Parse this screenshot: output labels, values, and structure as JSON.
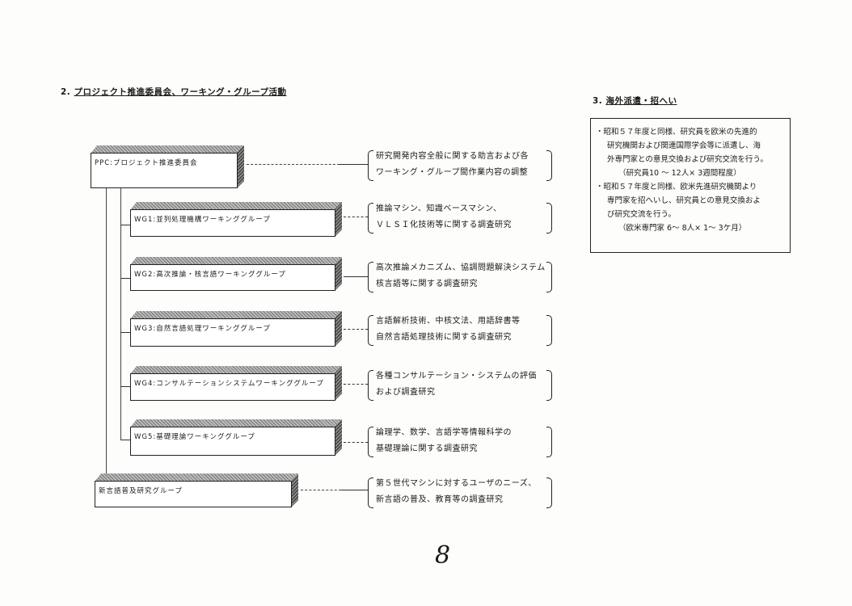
{
  "section2": {
    "number": "2.",
    "title": "プロジェクト推進委員会、ワーキング・グループ活動"
  },
  "section3": {
    "number": "3.",
    "title": "海外派遣・招へい"
  },
  "org": [
    {
      "label": "PPC:プロジェクト推進委員会",
      "desc": [
        "研究開発内容全般に関する助言および各",
        "ワーキング・グループ間作業内容の調整"
      ]
    },
    {
      "label": "WG1:並列処理機構ワーキンググループ",
      "desc": [
        "推論マシン、知識ベースマシン、",
        "ＶＬＳＩ化技術等に関する調査研究"
      ]
    },
    {
      "label": "WG2:高次推論・核言語ワーキンググループ",
      "desc": [
        "高次推論メカニズム、協調問題解決システム",
        "核言語等に関する調査研究"
      ]
    },
    {
      "label": "WG3:自然言語処理ワーキンググループ",
      "desc": [
        "言語解析技術、中核文法、用語辞書等",
        "自然言語処理技術に関する調査研究"
      ]
    },
    {
      "label": "WG4:コンサルテーションシステムワーキンググループ",
      "desc": [
        "各種コンサルテーション・システムの評価",
        "および調査研究"
      ]
    },
    {
      "label": "WG5:基礎理論ワーキンググループ",
      "desc": [
        "論理学、数学、言語学等情報科学の",
        "基礎理論に関する調査研究"
      ]
    },
    {
      "label": "新言語普及研究グループ",
      "desc": [
        "第５世代マシンに対するユーザのニーズ、",
        "新言語の普及、教育等の調査研究"
      ]
    }
  ],
  "overseas": {
    "item1": [
      "・昭和５７年度と同様、研究員を欧米の先進的",
      "研究機関および関連国際学会等に派遣し、海",
      "外専門家との意見交換および研究交流を行う。",
      "（研究員10 ～ 12人× 3週間程度）"
    ],
    "item2": [
      "・昭和５７年度と同様、欧米先進研究機関より",
      "専門家を招へいし、研究員との意見交換およ",
      "び研究交流を行う。",
      "（欧米専門家 6～ 8人× 1～ 3ケ月）"
    ]
  },
  "page_number": "8"
}
